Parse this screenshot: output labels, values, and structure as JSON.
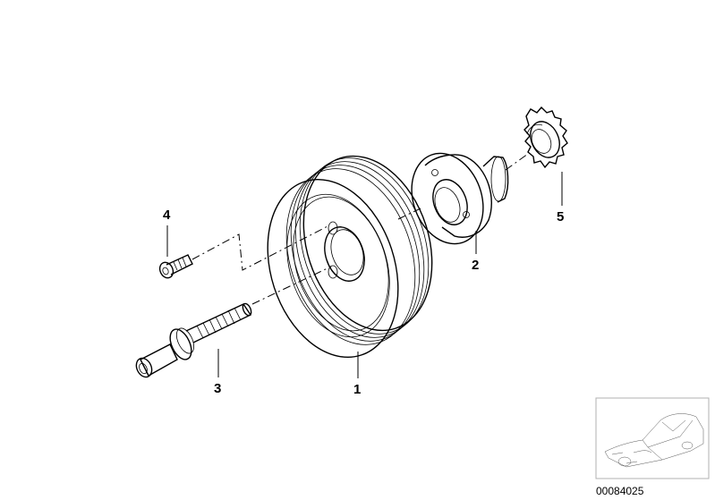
{
  "callouts": [
    {
      "id": "1",
      "label": "1"
    },
    {
      "id": "2",
      "label": "2"
    },
    {
      "id": "3",
      "label": "3"
    },
    {
      "id": "4",
      "label": "4"
    },
    {
      "id": "5",
      "label": "5"
    }
  ],
  "doc_number": "00084025",
  "colors": {
    "line": "#000000",
    "background": "#ffffff",
    "thumbnail_border": "#b0b0b0"
  }
}
